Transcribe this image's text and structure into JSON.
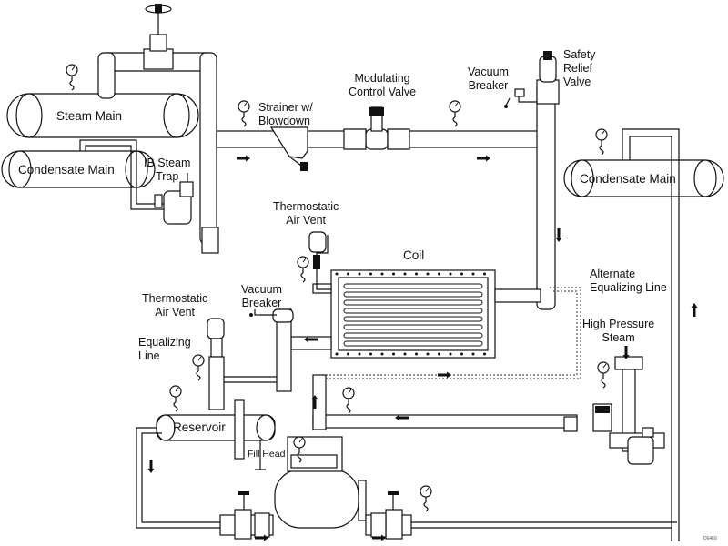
{
  "labels": {
    "steam_main": "Steam Main",
    "condensate_main_left": "Condensate Main",
    "condensate_main_right": "Condensate Main",
    "ib_steam_trap": "IB Steam\nTrap",
    "strainer": "Strainer w/\nBlowdown",
    "modulating_valve": "Modulating\nControl Valve",
    "vacuum_breaker_top": "Vacuum\nBreaker",
    "safety_relief": "Safety\nRelief\nValve",
    "thermostatic_vent_top": "Thermostatic\nAir Vent",
    "coil": "Coil",
    "alternate_equalizing": "Alternate\nEqualizing Line",
    "vacuum_breaker_mid": "Vacuum\nBreaker",
    "thermostatic_vent_left": "Thermostatic\nAir Vent",
    "equalizing_line": "Equalizing\nLine",
    "high_pressure_steam": "High Pressure\nSteam",
    "reservoir": "Reservoir",
    "fill_head": "Fill Head",
    "drawing_id": "D6469"
  },
  "icons": [
    "pressure-gauge-icon",
    "flow-arrow-icon",
    "valve-icon",
    "steam-trap-icon"
  ]
}
